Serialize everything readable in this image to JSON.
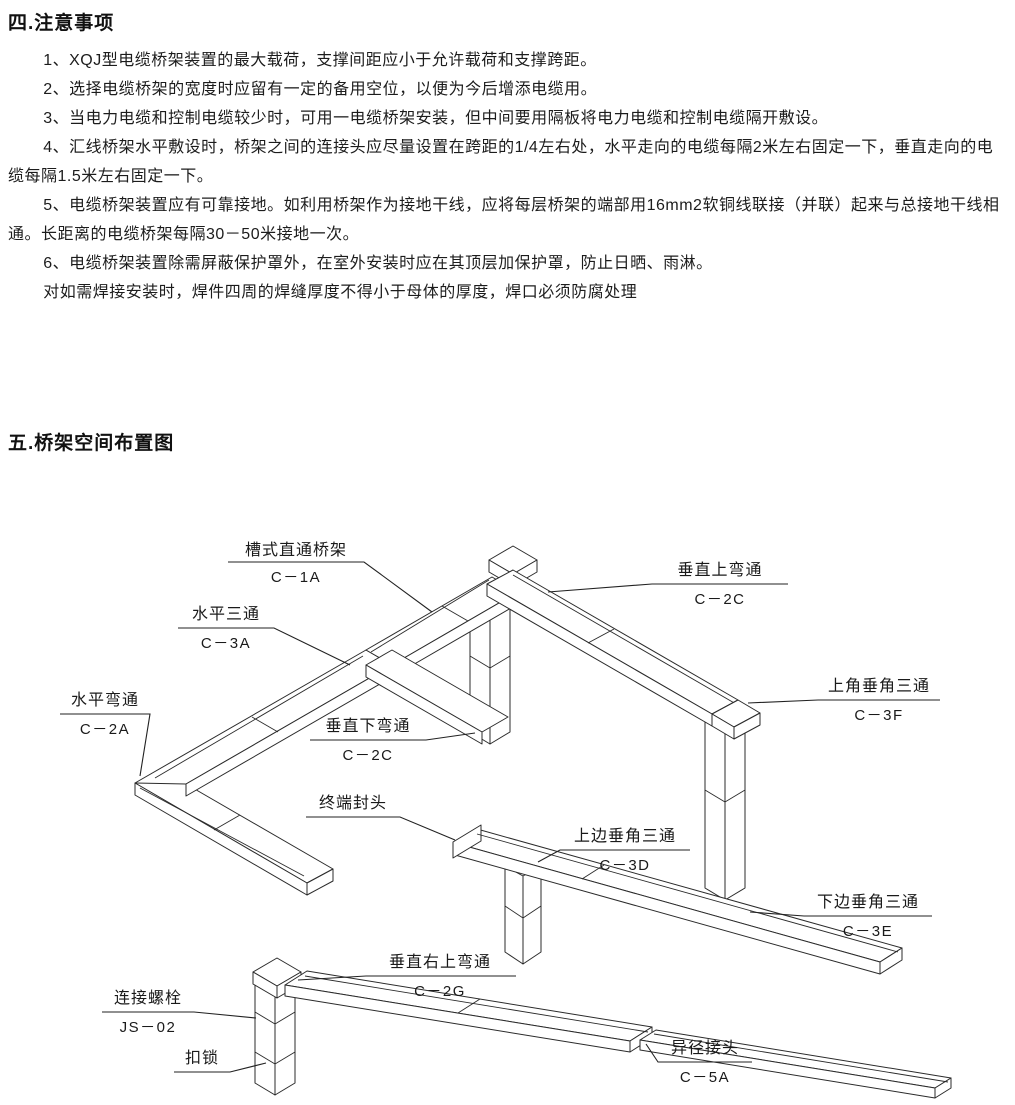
{
  "page": {
    "bg": "#ffffff",
    "line_color": "#2b2b2b",
    "text_color": "#1a1a1a"
  },
  "section4": {
    "title": "四.注意事项",
    "items": [
      "1、XQJ型电缆桥架装置的最大载荷，支撑间距应小于允许载荷和支撑跨距。",
      "2、选择电缆桥架的宽度时应留有一定的备用空位，以便为今后增添电缆用。",
      "3、当电力电缆和控制电缆较少时，可用一电缆桥架安装，但中间要用隔板将电力电缆和控制电缆隔开敷设。",
      "4、汇线桥架水平敷设时，桥架之间的连接头应尽量设置在跨距的1/4左右处，水平走向的电缆每隔2米左右固定一下，垂直走向的电缆每隔1.5米左右固定一下。",
      "5、电缆桥架装置应有可靠接地。如利用桥架作为接地干线，应将每层桥架的端部用16mm2软铜线联接（并联）起来与总接地干线相通。长距离的电缆桥架每隔30－50米接地一次。",
      "6、电缆桥架装置除需屏蔽保护罩外，在室外安装时应在其顶层加保护罩，防止日晒、雨淋。",
      "对如需焊接安装时，焊件四周的焊缝厚度不得小于母体的厚度，焊口必须防腐处理"
    ]
  },
  "section5": {
    "title": "五.桥架空间布置图",
    "labels": [
      {
        "text": "槽式直通桥架",
        "code": "C－1A"
      },
      {
        "text": "垂直上弯通",
        "code": "C－2C"
      },
      {
        "text": "水平三通",
        "code": "C－3A"
      },
      {
        "text": "上角垂角三通",
        "code": "C－3F"
      },
      {
        "text": "水平弯通",
        "code": "C－2A"
      },
      {
        "text": "垂直下弯通",
        "code": "C－2C"
      },
      {
        "text": "终端封头",
        "code": ""
      },
      {
        "text": "上边垂角三通",
        "code": "C－3D"
      },
      {
        "text": "下边垂角三通",
        "code": "C－3E"
      },
      {
        "text": "垂直右上弯通",
        "code": "C－2G"
      },
      {
        "text": "连接螺栓",
        "code": "JS－02"
      },
      {
        "text": "扣锁",
        "code": ""
      },
      {
        "text": "异径接头",
        "code": "C－5A"
      }
    ]
  }
}
